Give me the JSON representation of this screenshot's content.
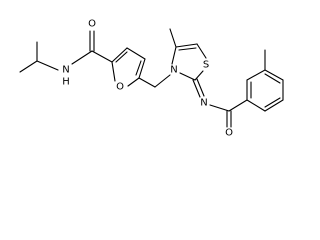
{
  "molecule": {
    "atoms": {
      "amide_O": "O",
      "amide_NH": "N",
      "amide_NH_H": "H",
      "furan_O": "O",
      "thiazole_N": "N",
      "thiazole_S": "S",
      "imine_N": "N",
      "benzamide_O": "O"
    }
  }
}
